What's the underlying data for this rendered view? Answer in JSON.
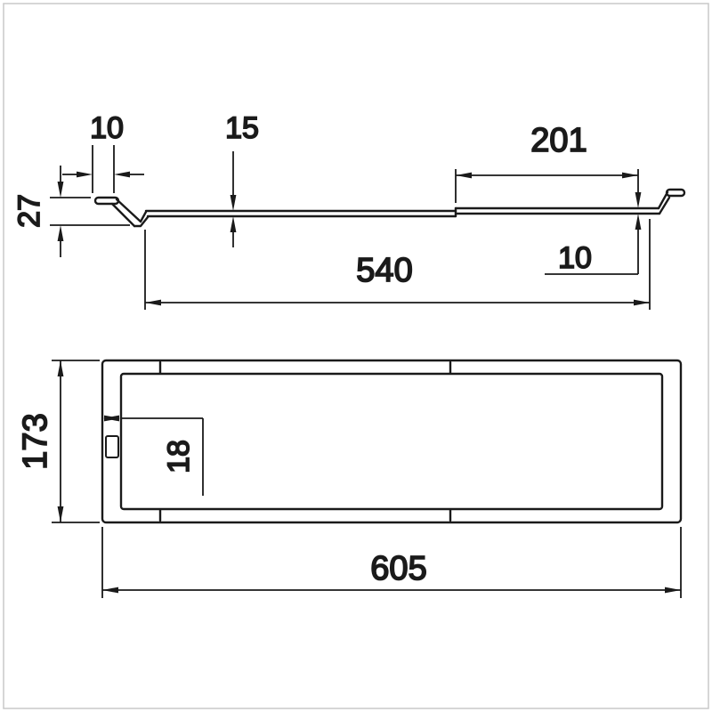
{
  "page": {
    "background_color": "#ffffff",
    "line_color": "#1a1a1a",
    "frame_color": "#c9c9c9"
  },
  "drawing": {
    "type": "technical-dimension-drawing",
    "side_profile_view": {
      "lip_width_mm": "10",
      "left_rail_height_mm": "15",
      "right_section_length_mm": "201",
      "hook_height_mm": "27",
      "inner_length_mm": "540",
      "right_rail_height_mm": "10"
    },
    "plan_view": {
      "overall_width_mm": "173",
      "rail_width_mm": "18",
      "overall_length_mm": "605"
    }
  }
}
